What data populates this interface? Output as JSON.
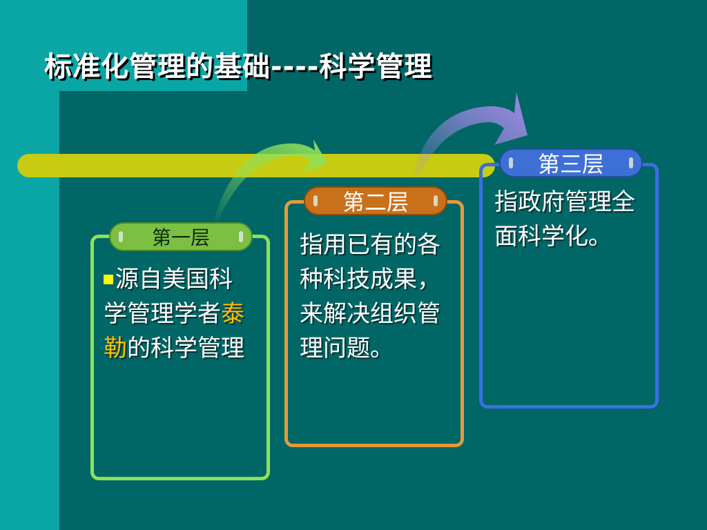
{
  "title": "标准化管理的基础----科学管理",
  "colors": {
    "background": "#006666",
    "strip": "#0aa6a6",
    "timeline_bar": "#c7cc12",
    "level1": "#8ee05a",
    "level2": "#e59a3a",
    "level3": "#3a6fe0",
    "highlight": "#ffc000",
    "bullet": "#ffff00"
  },
  "levels": [
    {
      "label": "第一层",
      "bullet_icon": "yellow-square-bullet",
      "text_before": "源自美国科学管理学者",
      "highlight": "泰勒",
      "text_after": "的科学管理"
    },
    {
      "label": "第二层",
      "text": "指用已有的各种科技成果，来解决组织管理问题。"
    },
    {
      "label": "第三层",
      "text": "指政府管理全面科学化。"
    }
  ],
  "arrows": [
    "green-curved-arrow-icon",
    "purple-curved-arrow-icon"
  ]
}
